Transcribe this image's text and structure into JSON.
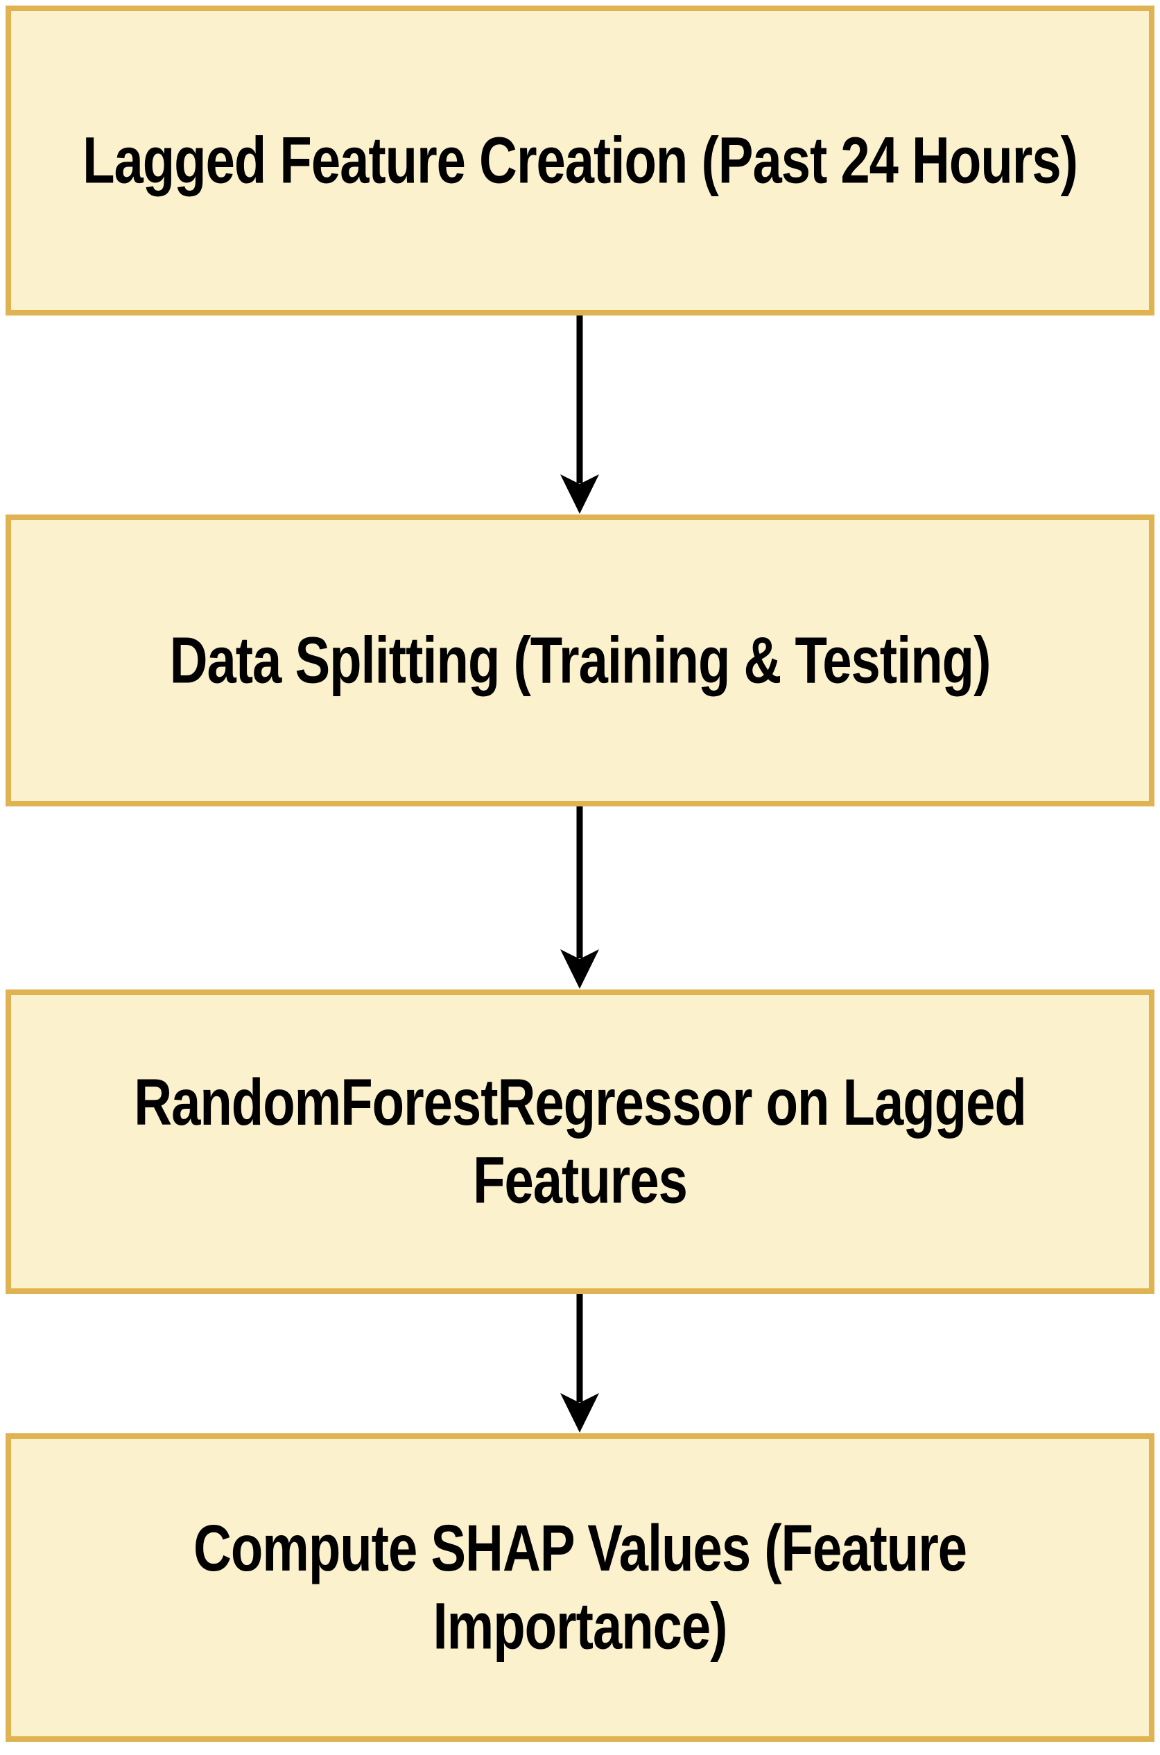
{
  "diagram": {
    "type": "flowchart",
    "direction": "top-down",
    "colors": {
      "background": "#FFFFFF",
      "node_fill": "#FCF1CD",
      "node_border": "#DFB351",
      "arrow": "#000000",
      "text": "#000000"
    },
    "nodes": [
      {
        "id": "node-1",
        "label": "Lagged Feature Creation (Past 24 Hours)"
      },
      {
        "id": "node-2",
        "label": "Data Splitting (Training & Testing)"
      },
      {
        "id": "node-3",
        "label": "RandomForestRegressor on Lagged\nFeatures"
      },
      {
        "id": "node-4",
        "label": "Compute SHAP Values (Feature\nImportance)"
      }
    ],
    "edges": [
      {
        "from": "node-1",
        "to": "node-2"
      },
      {
        "from": "node-2",
        "to": "node-3"
      },
      {
        "from": "node-3",
        "to": "node-4"
      }
    ]
  }
}
